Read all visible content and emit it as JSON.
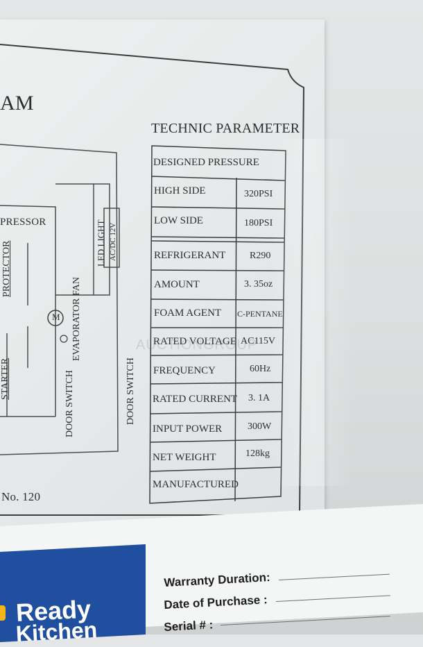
{
  "diagram": {
    "title_fragment": "AM",
    "compressor_fragment": "PRESSOR",
    "protector": "PROTECTOR",
    "starter": "STARTER",
    "motor_symbol": "M",
    "evaporator_fan": "EVAPORATOR FAN",
    "door_switch_1": "DOOR SWITCH",
    "door_switch_2": "DOOR SWITCH",
    "led_light": "LED LIGHT",
    "led_voltage": "AC/DC 12V",
    "model_no": "No. 120"
  },
  "parameters": {
    "title": "TECHNIC  PARAMETER",
    "designed_pressure": "DESIGNED PRESSURE",
    "rows": [
      {
        "label": "HIGH SIDE",
        "value": "320PSI"
      },
      {
        "label": "LOW SIDE",
        "value": "180PSI"
      },
      {
        "label": "REFRIGERANT",
        "value": "R290"
      },
      {
        "label": "AMOUNT",
        "value": "3. 35oz"
      },
      {
        "label": "FOAM AGENT",
        "value": "C-PENTANE"
      },
      {
        "label": "RATED VOLTAGE",
        "value": "AC115V"
      },
      {
        "label": "FREQUENCY",
        "value": "60Hz"
      },
      {
        "label": "RATED CURRENT",
        "value": "3. 1A"
      },
      {
        "label": "INPUT POWER",
        "value": "300W"
      },
      {
        "label": "NET WEIGHT",
        "value": "128kg"
      },
      {
        "label": "MANUFACTURED",
        "value": ""
      }
    ]
  },
  "warranty_card": {
    "brand_line1": "Ready",
    "brand_line2": "Kitchen",
    "warranty_duration": "Warranty Duration:",
    "date_of_purchase": "Date of Purchase :",
    "serial": "Serial # :"
  },
  "watermark": "AUCTIONGROUP",
  "colors": {
    "brand_blue": "#1f4f9e",
    "brand_yellow": "#f2b51a",
    "ink": "#2c2e2f"
  }
}
